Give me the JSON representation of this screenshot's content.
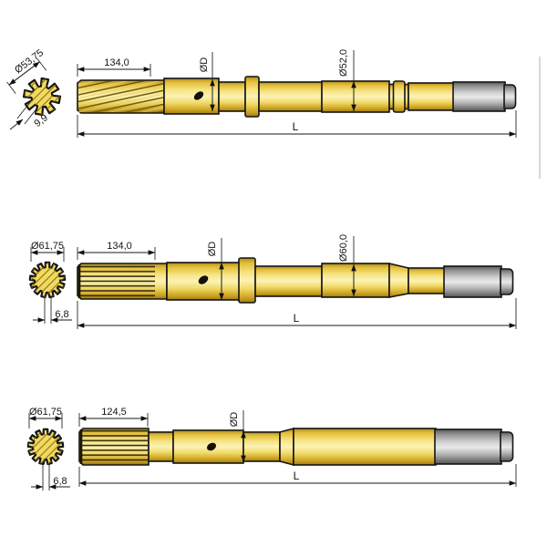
{
  "rows": [
    {
      "cross_section": {
        "diameter": "Ø53,75",
        "spline_width": "9,9"
      },
      "side_view": {
        "spline_length": "134,0",
        "bore_diameter": "ØD",
        "body_diameter": "Ø52,0",
        "total_length": "L"
      }
    },
    {
      "cross_section": {
        "diameter": "Ø61,75",
        "spline_width": "6,8"
      },
      "side_view": {
        "spline_length": "134,0",
        "bore_diameter": "ØD",
        "body_diameter": "Ø60,0",
        "total_length": "L"
      }
    },
    {
      "cross_section": {
        "diameter": "Ø61,75",
        "spline_width": "6,8"
      },
      "side_view": {
        "spline_length": "124,5",
        "bore_diameter": "ØD",
        "total_length": "L"
      }
    }
  ],
  "colors": {
    "body_yellow": "#f2d64e",
    "body_yellow_pale": "#faf1b0",
    "steel_gray": "#c4c4c4",
    "outline": "#141414",
    "dimension": "#1a1a1a",
    "background": "#ffffff"
  }
}
